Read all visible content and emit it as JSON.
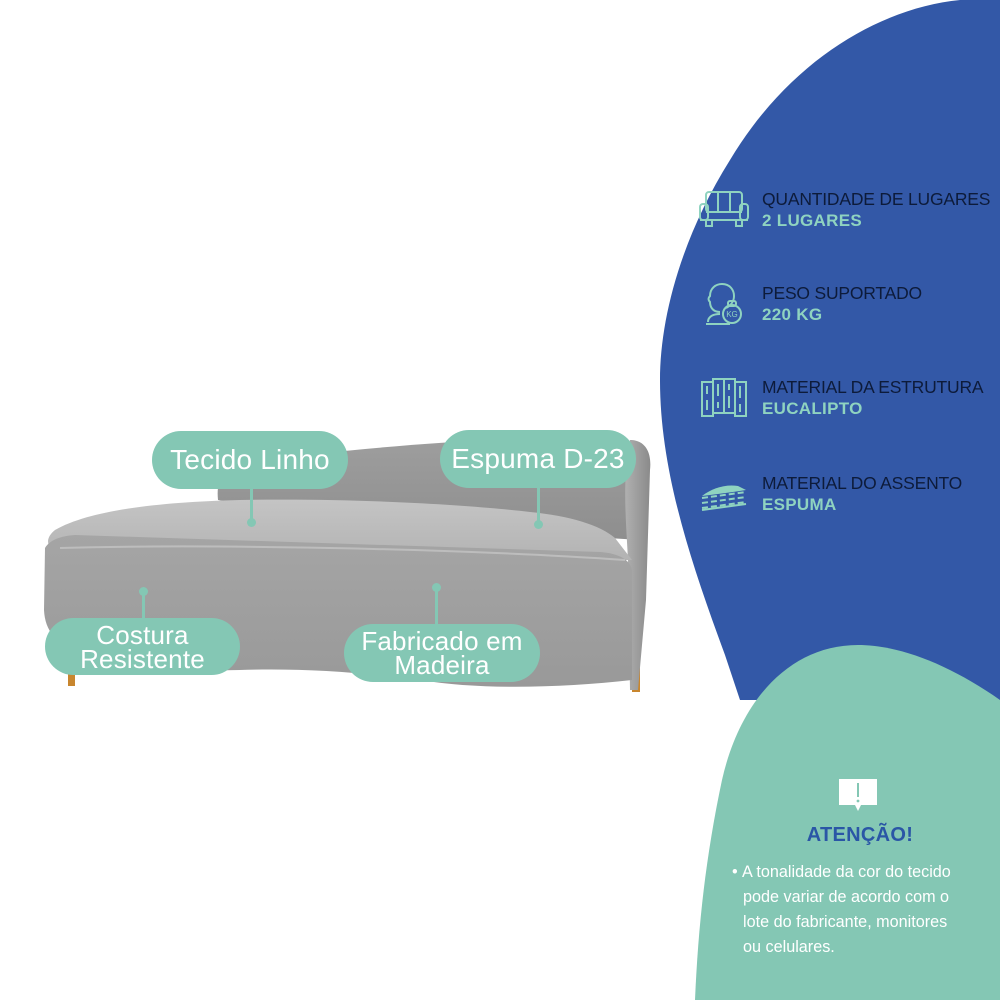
{
  "colors": {
    "blue_panel": "#3358a7",
    "mint_panel": "#84c7b4",
    "spec_title": "#0d1b3a",
    "spec_value": "#8fd3c0",
    "attention_title": "#2a56a6",
    "sofa_fabric": "#a9a9a9",
    "sofa_legs": "#c8862e"
  },
  "callouts": {
    "tecido": {
      "label": "Tecido Linho"
    },
    "espuma": {
      "label": "Espuma D-23"
    },
    "costura": {
      "line1": "Costura",
      "line2": "Resistente"
    },
    "fabricado": {
      "line1": "Fabricado em",
      "line2": "Madeira"
    }
  },
  "specs": [
    {
      "icon": "sofa-icon",
      "title": "QUANTIDADE DE LUGARES",
      "value": "2 LUGARES"
    },
    {
      "icon": "weight-person-icon",
      "title": "PESO SUPORTADO",
      "value": "220 KG"
    },
    {
      "icon": "wood-planks-icon",
      "title": "MATERIAL DA ESTRUTURA",
      "value": "EUCALIPTO"
    },
    {
      "icon": "foam-layers-icon",
      "title": "MATERIAL DO ASSENTO",
      "value": "ESPUMA"
    }
  ],
  "attention": {
    "icon": "alert-speech-icon",
    "icon_glyph": "!",
    "weight_icon_text": "KG",
    "title": "ATENÇÃO!",
    "bullet": "•",
    "lines": [
      "A tonalidade da cor do tecido",
      "pode variar de acordo com o",
      "lote do fabricante, monitores",
      "ou celulares."
    ]
  }
}
